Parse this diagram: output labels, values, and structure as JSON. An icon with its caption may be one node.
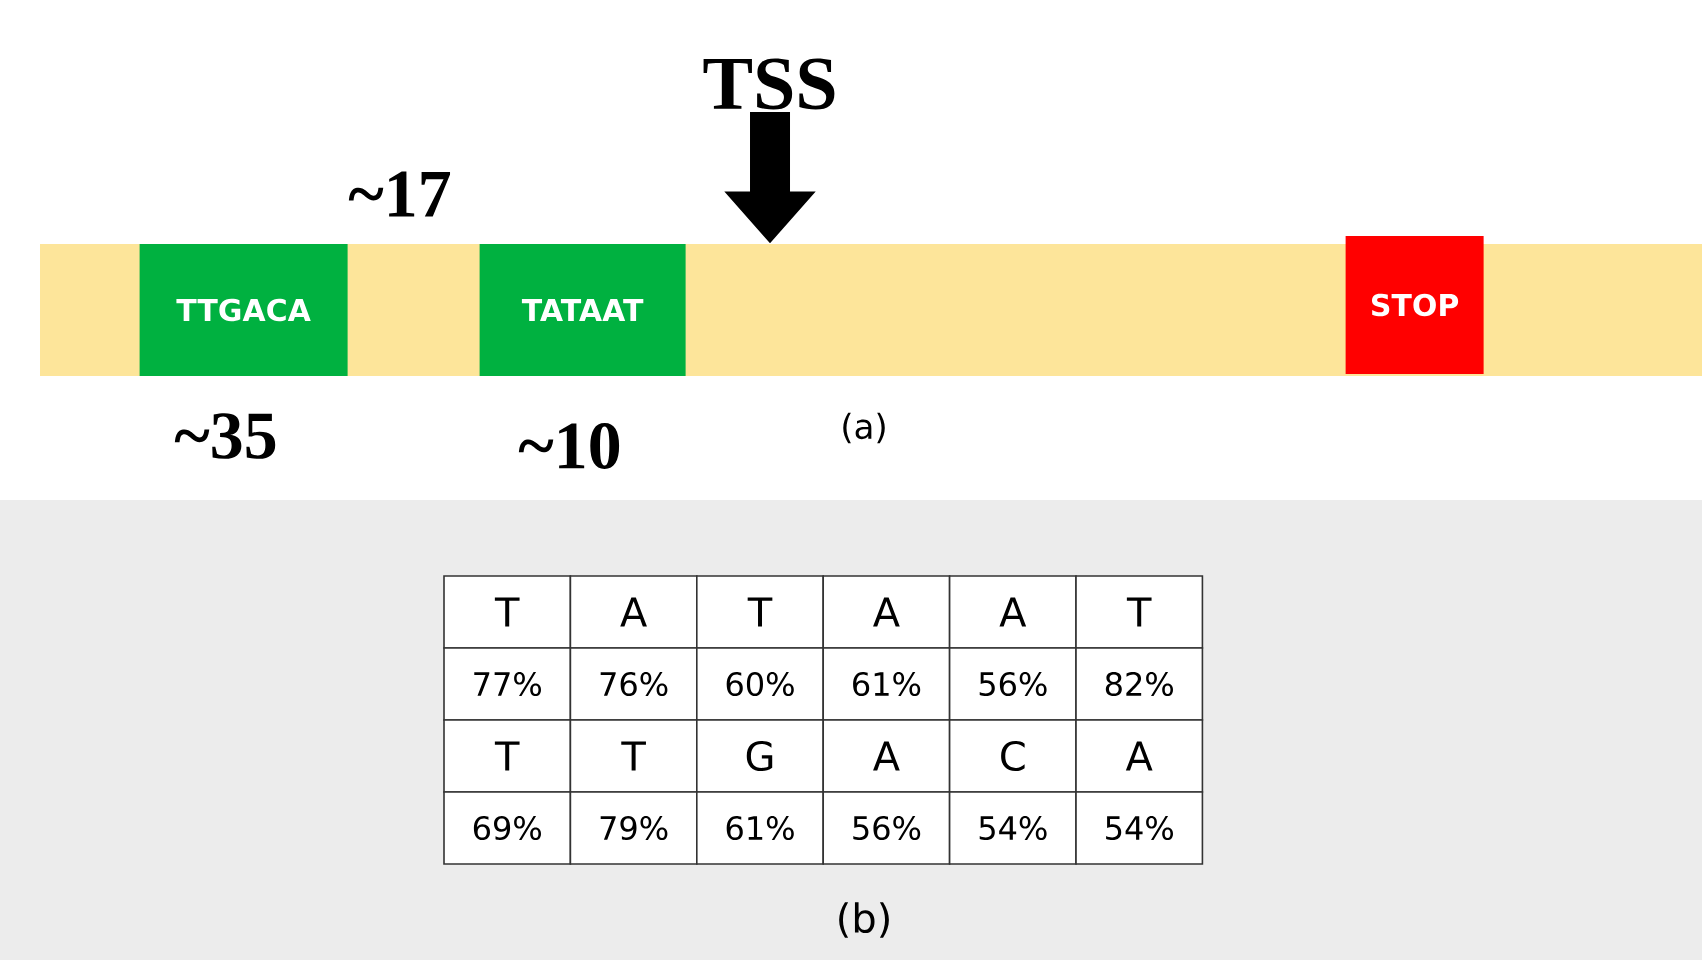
{
  "diagram": {
    "nodes": [
      {
        "text": [],
        "shape": "bar"
      },
      {
        "text": [
          "TTGACA"
        ],
        "in": 0
      },
      {
        "text": [
          "TATAAT"
        ],
        "in": 0
      },
      {
        "text": [
          "STOP"
        ],
        "in": 0
      },
      {
        "text": [
          "TSS"
        ]
      }
    ],
    "edges": [
      {
        "from": 4,
        "to": 0,
        "arrow": "to"
      }
    ],
    "labels": [
      "~17",
      "~35",
      "~10",
      "(a)",
      "T",
      "A",
      "T",
      "A",
      "A",
      "T",
      "77%",
      "76%",
      "60%",
      "61%",
      "56%",
      "82%",
      "T",
      "T",
      "G",
      "A",
      "C",
      "A",
      "69%",
      "79%",
      "61%",
      "56%",
      "54%",
      "54%",
      "(b)"
    ]
  }
}
